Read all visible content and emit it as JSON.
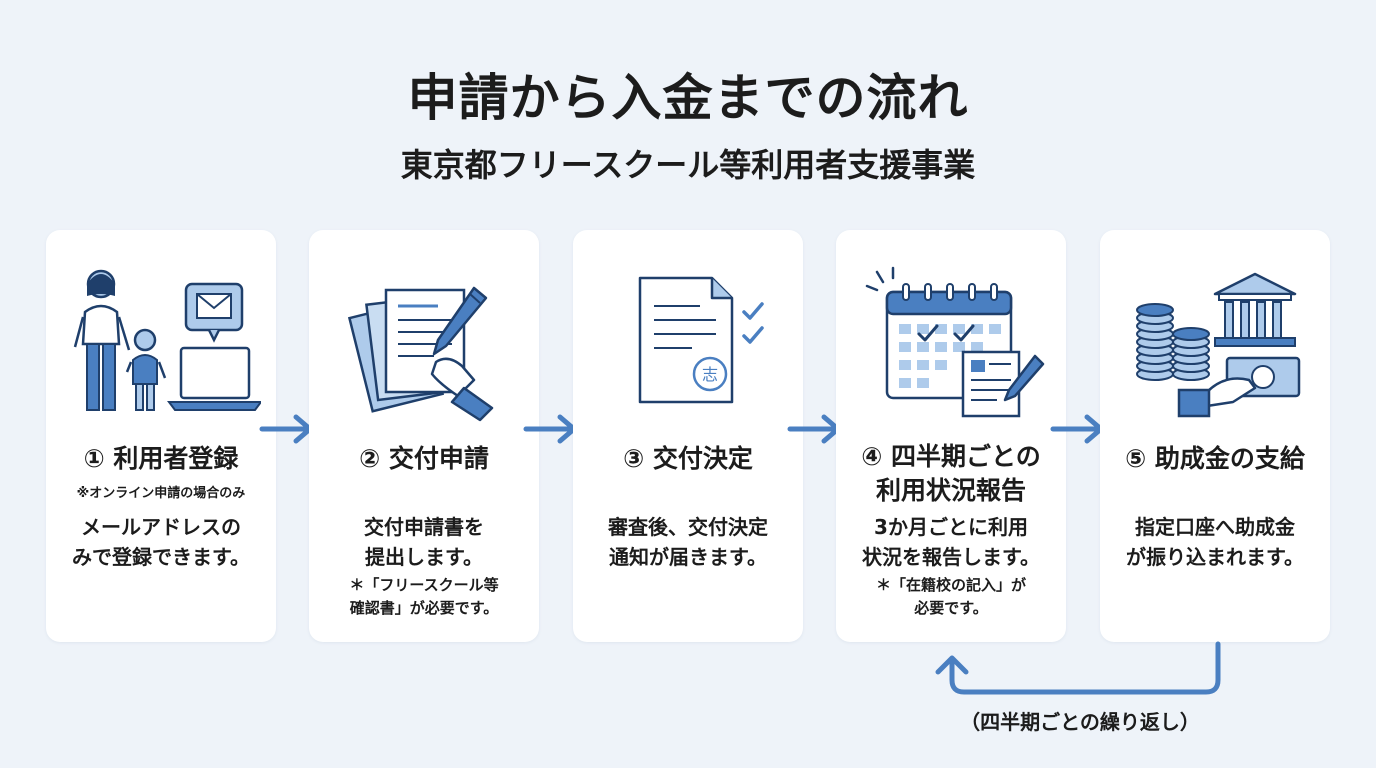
{
  "header": {
    "title": "申請から入金までの流れ",
    "subtitle": "東京都フリースクール等利用者支援事業"
  },
  "steps": [
    {
      "title": "① 利用者登録",
      "note": "※オンライン申請の場合のみ",
      "description": "メールアドレスの\nみで登録できます。",
      "footnote": "",
      "icon": "family-laptop-mail-icon"
    },
    {
      "title": "② 交付申請",
      "note": "",
      "description": "交付申請書を\n提出します。",
      "footnote": "＊「フリースクール等\n確認書」が必要です。",
      "icon": "documents-pen-icon"
    },
    {
      "title": "③ 交付決定",
      "note": "",
      "description": "審査後、交付決定\n通知が届きます。",
      "footnote": "",
      "icon": "approved-document-icon"
    },
    {
      "title": "④ 四半期ごとの\n利用状況報告",
      "note": "",
      "description": "3か月ごとに利用\n状況を報告します。",
      "footnote": "＊「在籍校の記入」が\n必要です。",
      "icon": "calendar-report-icon"
    },
    {
      "title": "⑤ 助成金の支給",
      "note": "",
      "description": "指定口座へ助成金\nが振り込まれます。",
      "footnote": "",
      "icon": "bank-money-icon"
    }
  ],
  "loop": {
    "label": "（四半期ごとの繰り返し）"
  },
  "stamp_text": "志",
  "colors": {
    "accent": "#4a7fc1",
    "light_blue": "#aecbeb",
    "dark_navy": "#1f3f6b",
    "card_bg": "#ffffff",
    "page_bg": "#eef3f9"
  }
}
